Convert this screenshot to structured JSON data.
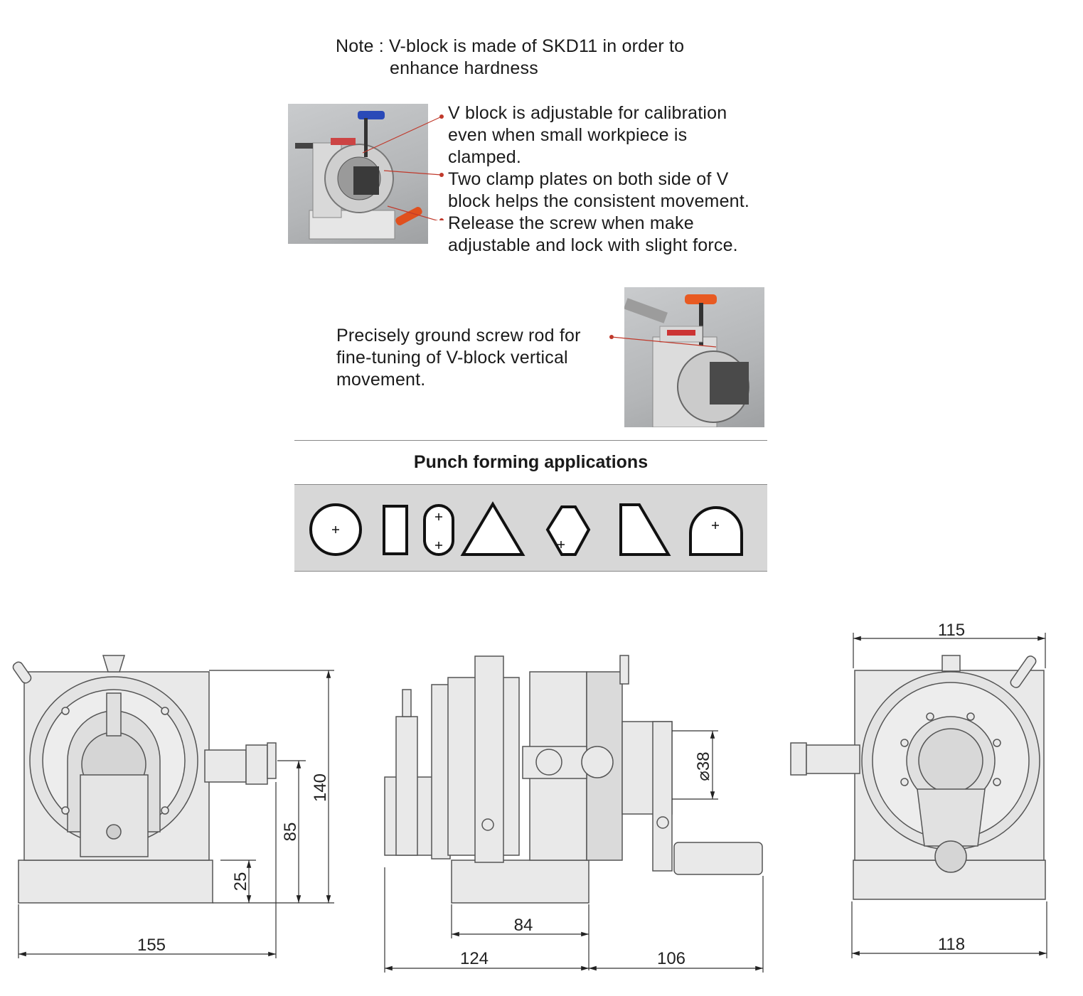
{
  "note": {
    "prefix": "Note :",
    "line1": "V-block is made of SKD11 in order to",
    "line2": "enhance hardness"
  },
  "callouts1": [
    "V block is adjustable for calibration",
    "even when small workpiece is",
    "clamped.",
    "Two clamp plates on both side of V",
    "block helps the consistent movement.",
    "Release the screw when make",
    "adjustable and lock with slight force."
  ],
  "callout2": [
    "Precisely ground screw rod for",
    "fine-tuning of V-block vertical",
    "movement."
  ],
  "section": {
    "title": "Punch forming applications"
  },
  "shapes": [
    "circle",
    "rectangle",
    "slot",
    "triangle",
    "hexagon",
    "trapezoid",
    "d-shape"
  ],
  "dimensions": {
    "front": {
      "width": "155",
      "height": "140",
      "center": "85",
      "base": "25"
    },
    "side": {
      "top": "84",
      "left": "124",
      "right": "106",
      "diameter": "⌀38"
    },
    "rear": {
      "top": "115",
      "bottom": "118"
    }
  },
  "colors": {
    "callout_dot": "#c0392b",
    "photo_gray": "#b4b6b8",
    "band_gray": "#d7d7d7"
  }
}
